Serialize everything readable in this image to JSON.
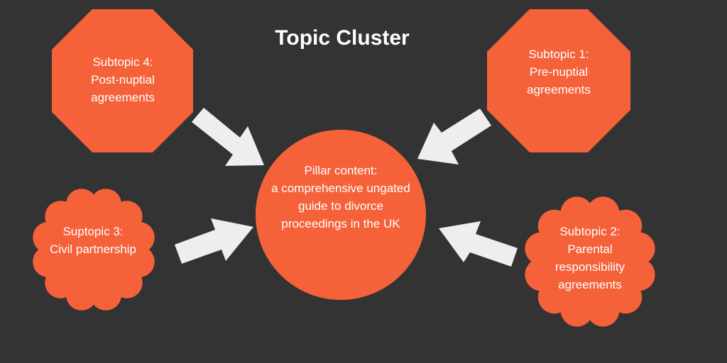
{
  "colors": {
    "background": "#333333",
    "shape_fill": "#f5623a",
    "arrow_fill": "#eeeeee",
    "text": "#ffffff"
  },
  "diagram": {
    "title": "Topic Cluster",
    "pillar": {
      "lines": [
        "Pillar content:",
        "a comprehensive ungated",
        "guide to divorce",
        "proceedings in the UK"
      ]
    },
    "subtopics": [
      {
        "lines": [
          "Subtopic 1:",
          "Pre-nuptial",
          "agreements"
        ]
      },
      {
        "lines": [
          "Subtopic 2:",
          "Parental",
          "responsibility",
          "agreements"
        ]
      },
      {
        "lines": [
          "Suptopic 3:",
          "Civil partnership"
        ]
      },
      {
        "lines": [
          "Subtopic 4:",
          "Post-nuptial",
          "agreements"
        ]
      }
    ]
  }
}
